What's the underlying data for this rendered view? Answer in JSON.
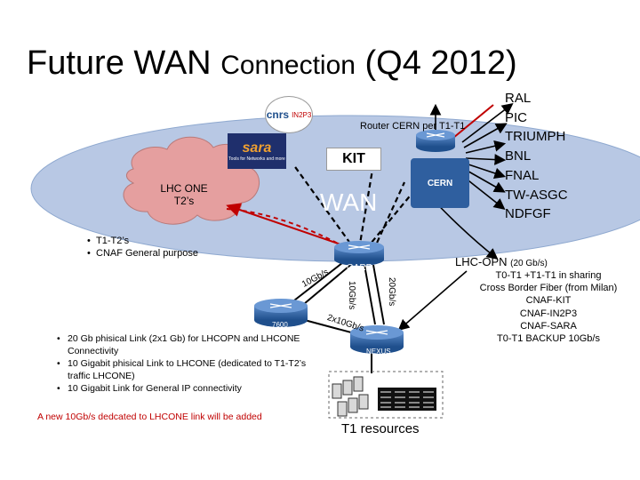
{
  "title": {
    "main": "Future WAN ",
    "connection": "Connection",
    "tail": " (Q4 2012)"
  },
  "destinations": [
    "RAL",
    "PIC",
    "TRIUMPH",
    "BNL",
    "FNAL",
    "TW-ASGC",
    "NDFGF"
  ],
  "router_label": "Router CERN per T1-T1",
  "wan_label": "WAN",
  "lhcone_cloud": {
    "line1": "LHC ONE",
    "line2": "T2’s"
  },
  "wan_bullets": [
    "T1-T2’s",
    "CNAF General purpose"
  ],
  "lhcopn": {
    "label": "LHC-OPN",
    "speed": "(20 Gb/s)"
  },
  "right_note": [
    "T0-T1 +T1-T1 in sharing",
    "Cross Border Fiber (from Milan)",
    "CNAF-KIT",
    "CNAF-IN2P3",
    "CNAF-SARA",
    "T0-T1 BACKUP 10Gb/s"
  ],
  "link_labels": {
    "ge_10a": "10Gb/s",
    "ge_10b": "10Gb/s",
    "ge_20a": "20Gb/s",
    "ge_20b": "2x10Gb/s"
  },
  "routers": {
    "garr": "GARR",
    "r7600": "7600",
    "nexus": "NEXUS"
  },
  "logos": {
    "cnrs": "cnrs",
    "in2p3": "IN2P3",
    "sara": "sara",
    "sara_sub": "Tools for Networks and more",
    "kit": "KIT",
    "cern": "CERN"
  },
  "bullets": [
    "20 Gb phisical Link (2x1 Gb) for LHCOPN and LHCONE Connectivity",
    "10 Gigabit phisical Link to LHCONE (dedicated to T1-T2’s traffic LHCONE)",
    "10 Gigabit Link for General IP connectivity"
  ],
  "red_note": "A new 10Gb/s dedcated to LHCONE link will be added",
  "t1_resources": "T1 resources",
  "colors": {
    "wan_cloud": "#b8c8e4",
    "lhcone_cloud": "#e59f9f",
    "router": "#2f67a8",
    "red_note": "#c00000",
    "arrow_black": "#000000"
  }
}
